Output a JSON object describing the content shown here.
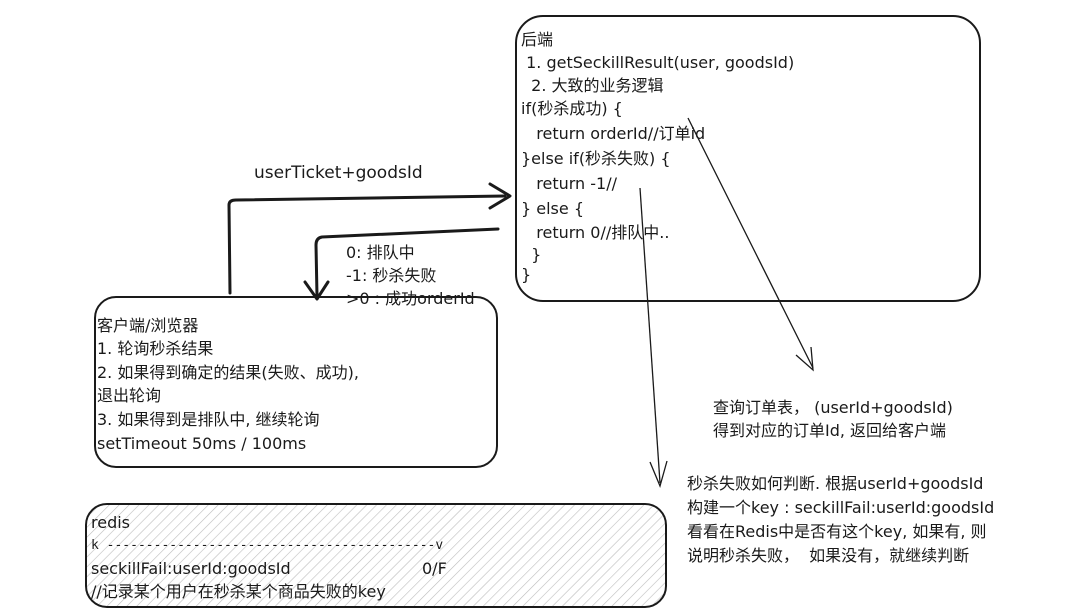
{
  "backend": {
    "lines": [
      "后端",
      " 1. getSeckillResult(user, goodsId)",
      "  2. 大致的业务逻辑",
      "if(秒杀成功) {",
      "   return orderId//订单id",
      "}else if(秒杀失败) {",
      "   return -1//",
      "} else {",
      "   return 0//排队中..",
      "  }",
      "}"
    ]
  },
  "request_label": "userTicket+goodsId",
  "response_codes": [
    "0: 排队中",
    "-1: 秒杀失败",
    ">0 : 成功orderId"
  ],
  "client": {
    "lines": [
      "客户端/浏览器",
      "1. 轮询秒杀结果",
      "2. 如果得到确定的结果(失败、成功),",
      "退出轮询",
      "3. 如果得到是排队中, 继续轮询",
      "setTimeout 50ms / 100ms"
    ]
  },
  "order_query_note": [
    "查询订单表， (userId+goodsId)",
    "得到对应的订单Id, 返回给客户端"
  ],
  "fail_check_note": [
    "秒杀失败如何判断. 根据userId+goodsId",
    "构建一个key : seckillFail:userId:goodsId",
    "看看在Redis中是否有这个key, 如果有, 则",
    "说明秒杀失败，  如果没有，就继续判断"
  ],
  "redis": {
    "title": "redis",
    "key_value_row": "k ------------------------------------------v",
    "entry_key": "seckillFail:userId:goodsId",
    "entry_value": "0/F",
    "comment": "//记录某个用户在秒杀某个商品失败的key"
  },
  "colors": {
    "stroke": "#1a1a1a",
    "background": "#ffffff",
    "hatch": "#bdbdbd"
  }
}
